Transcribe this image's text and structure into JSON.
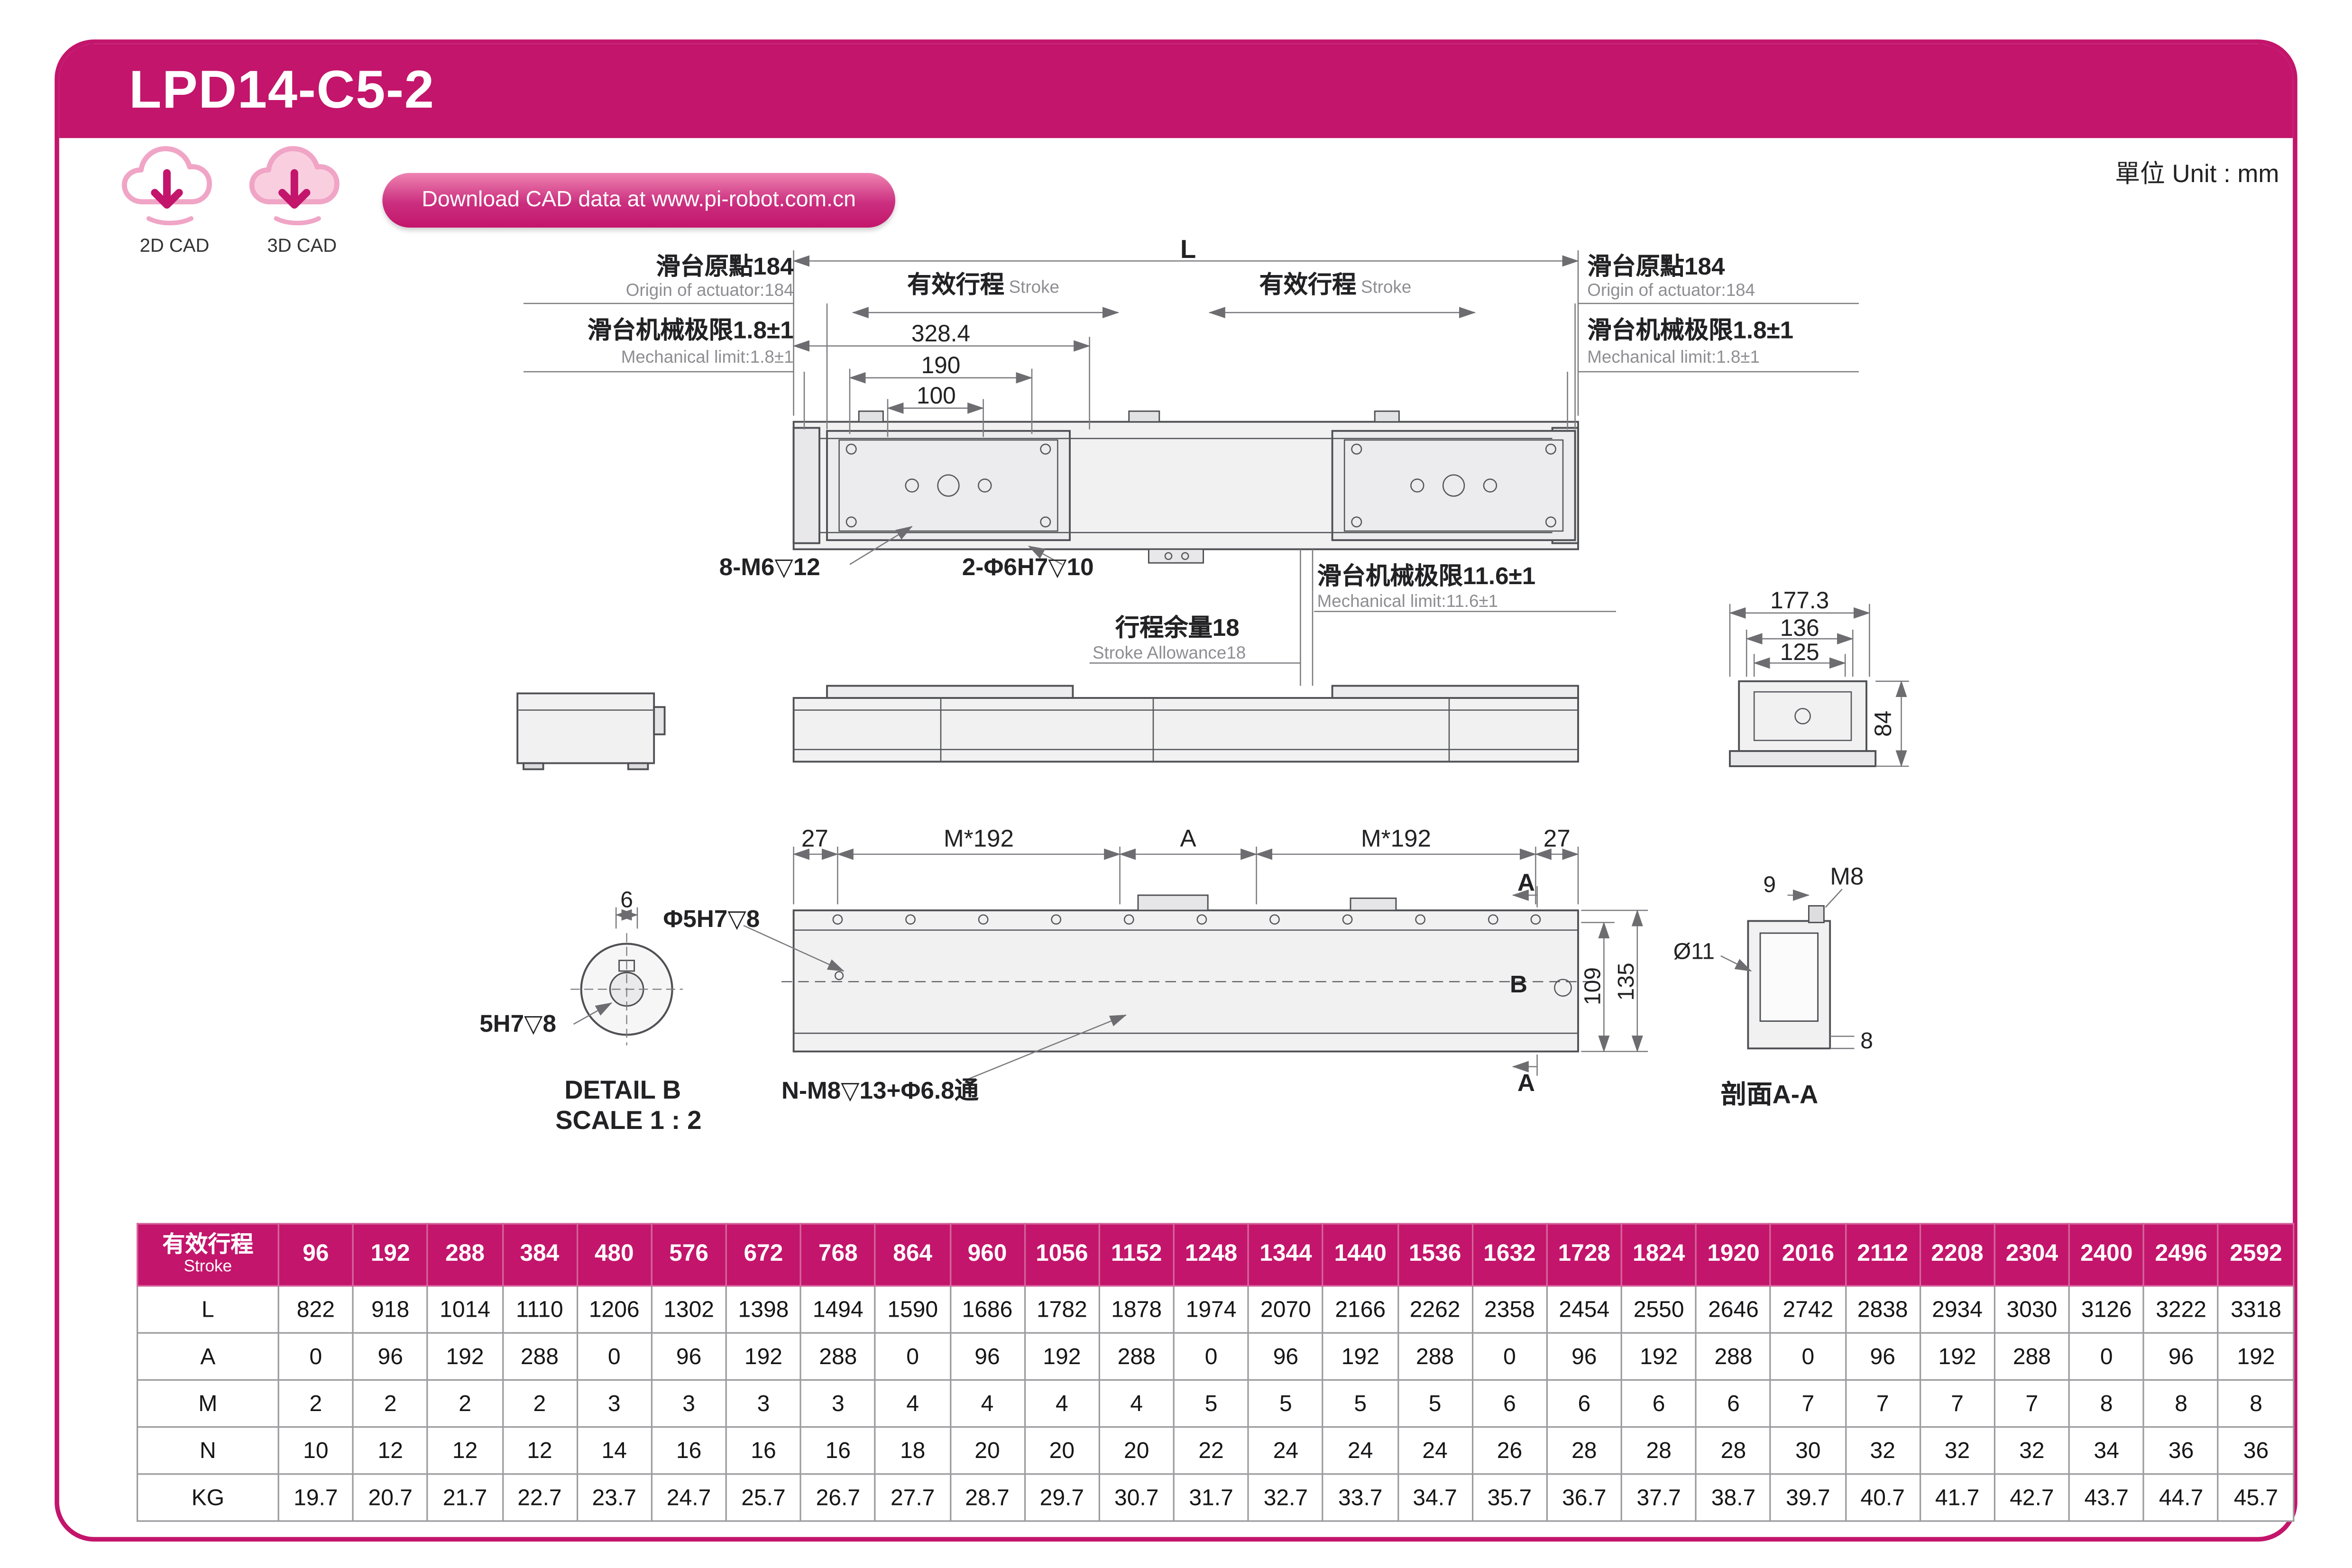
{
  "page": {
    "title": "LPD14-C5-2",
    "unit_label": "單位 Unit : mm",
    "brand_color": "#c3156b"
  },
  "cad": {
    "label_2d": "2D CAD",
    "label_3d": "3D CAD",
    "download_text": "Download CAD data at www.pi-robot.com.cn"
  },
  "drawing": {
    "top": {
      "dim_L": "L",
      "origin_zh": "滑台原點184",
      "origin_en": "Origin of actuator:184",
      "mech_zh": "滑台机械极限1.8±1",
      "mech_en": "Mechanical limit:1.8±1",
      "stroke_zh": "有效行程",
      "stroke_en": "Stroke",
      "dim_328": "328.4",
      "dim_190": "190",
      "dim_100": "100",
      "callout_m6": "8-M6▽12",
      "callout_phi6": "2-Φ6H7▽10",
      "mech_mid_zh": "滑台机械极限11.6±1",
      "mech_mid_en": "Mechanical limit:11.6±1",
      "allowance_zh": "行程余量18",
      "allowance_en": "Stroke Allowance18"
    },
    "side": {
      "dim_177": "177.3",
      "dim_136": "136",
      "dim_125": "125",
      "dim_84": "84"
    },
    "bottom": {
      "dim_27_left": "27",
      "dim_m192_left": "M*192",
      "dim_a": "A",
      "dim_m192_right": "M*192",
      "dim_27_right": "27",
      "label_a_top": "A",
      "label_a_bottom": "A",
      "label_b": "B",
      "dim_109": "109",
      "dim_135": "135",
      "dim_6": "6",
      "callout_phi5": "Φ5H7▽8",
      "callout_5h7": "5H7▽8",
      "detail_title": "DETAIL B",
      "detail_scale": "SCALE 1 : 2",
      "callout_nm8": "N-M8▽13+Φ6.8通"
    },
    "section": {
      "dim_9": "9",
      "label_m8": "M8",
      "dim_phi11": "Ø11",
      "dim_8": "8",
      "title": "剖面A-A"
    }
  },
  "table": {
    "header_zh": "有效行程",
    "header_en": "Stroke",
    "strokes": [
      96,
      192,
      288,
      384,
      480,
      576,
      672,
      768,
      864,
      960,
      1056,
      1152,
      1248,
      1344,
      1440,
      1536,
      1632,
      1728,
      1824,
      1920,
      2016,
      2112,
      2208,
      2304,
      2400,
      2496,
      2592
    ],
    "rows": [
      {
        "label": "L",
        "values": [
          822,
          918,
          1014,
          1110,
          1206,
          1302,
          1398,
          1494,
          1590,
          1686,
          1782,
          1878,
          1974,
          2070,
          2166,
          2262,
          2358,
          2454,
          2550,
          2646,
          2742,
          2838,
          2934,
          3030,
          3126,
          3222,
          3318
        ]
      },
      {
        "label": "A",
        "values": [
          0,
          96,
          192,
          288,
          0,
          96,
          192,
          288,
          0,
          96,
          192,
          288,
          0,
          96,
          192,
          288,
          0,
          96,
          192,
          288,
          0,
          96,
          192,
          288,
          0,
          96,
          192
        ]
      },
      {
        "label": "M",
        "values": [
          2,
          2,
          2,
          2,
          3,
          3,
          3,
          3,
          4,
          4,
          4,
          4,
          5,
          5,
          5,
          5,
          6,
          6,
          6,
          6,
          7,
          7,
          7,
          7,
          8,
          8,
          8
        ]
      },
      {
        "label": "N",
        "values": [
          10,
          12,
          12,
          12,
          14,
          16,
          16,
          16,
          18,
          20,
          20,
          20,
          22,
          24,
          24,
          24,
          26,
          28,
          28,
          28,
          30,
          32,
          32,
          32,
          34,
          36,
          36
        ]
      },
      {
        "label": "KG",
        "values": [
          19.7,
          20.7,
          21.7,
          22.7,
          23.7,
          24.7,
          25.7,
          26.7,
          27.7,
          28.7,
          29.7,
          30.7,
          31.7,
          32.7,
          33.7,
          34.7,
          35.7,
          36.7,
          37.7,
          38.7,
          39.7,
          40.7,
          41.7,
          42.7,
          43.7,
          44.7,
          45.7
        ]
      }
    ]
  }
}
